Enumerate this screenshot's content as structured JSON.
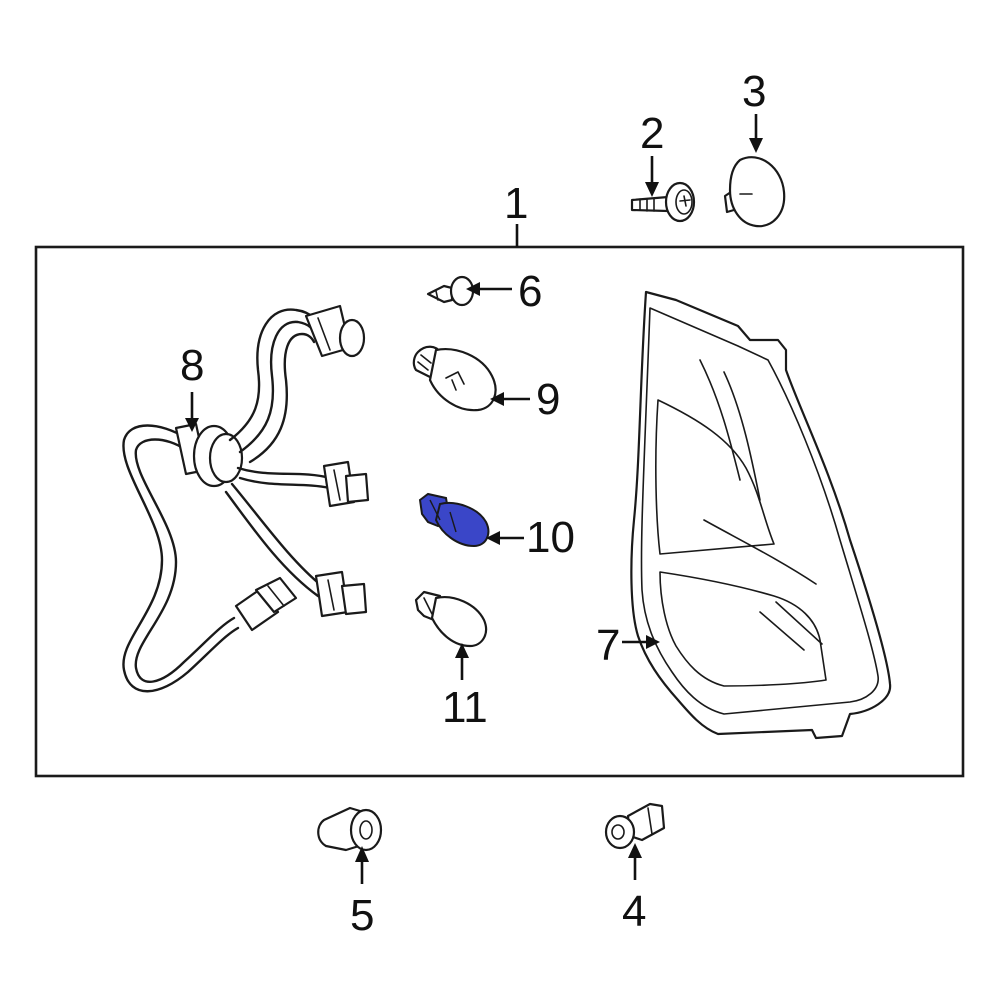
{
  "callouts": {
    "c1": "1",
    "c2": "2",
    "c3": "3",
    "c4": "4",
    "c5": "5",
    "c6": "6",
    "c7": "7",
    "c8": "8",
    "c9": "9",
    "c10": "10",
    "c11": "11"
  },
  "colors": {
    "highlight_part": "#3a46c8",
    "line": "#1a1a1a",
    "background": "#ffffff"
  }
}
